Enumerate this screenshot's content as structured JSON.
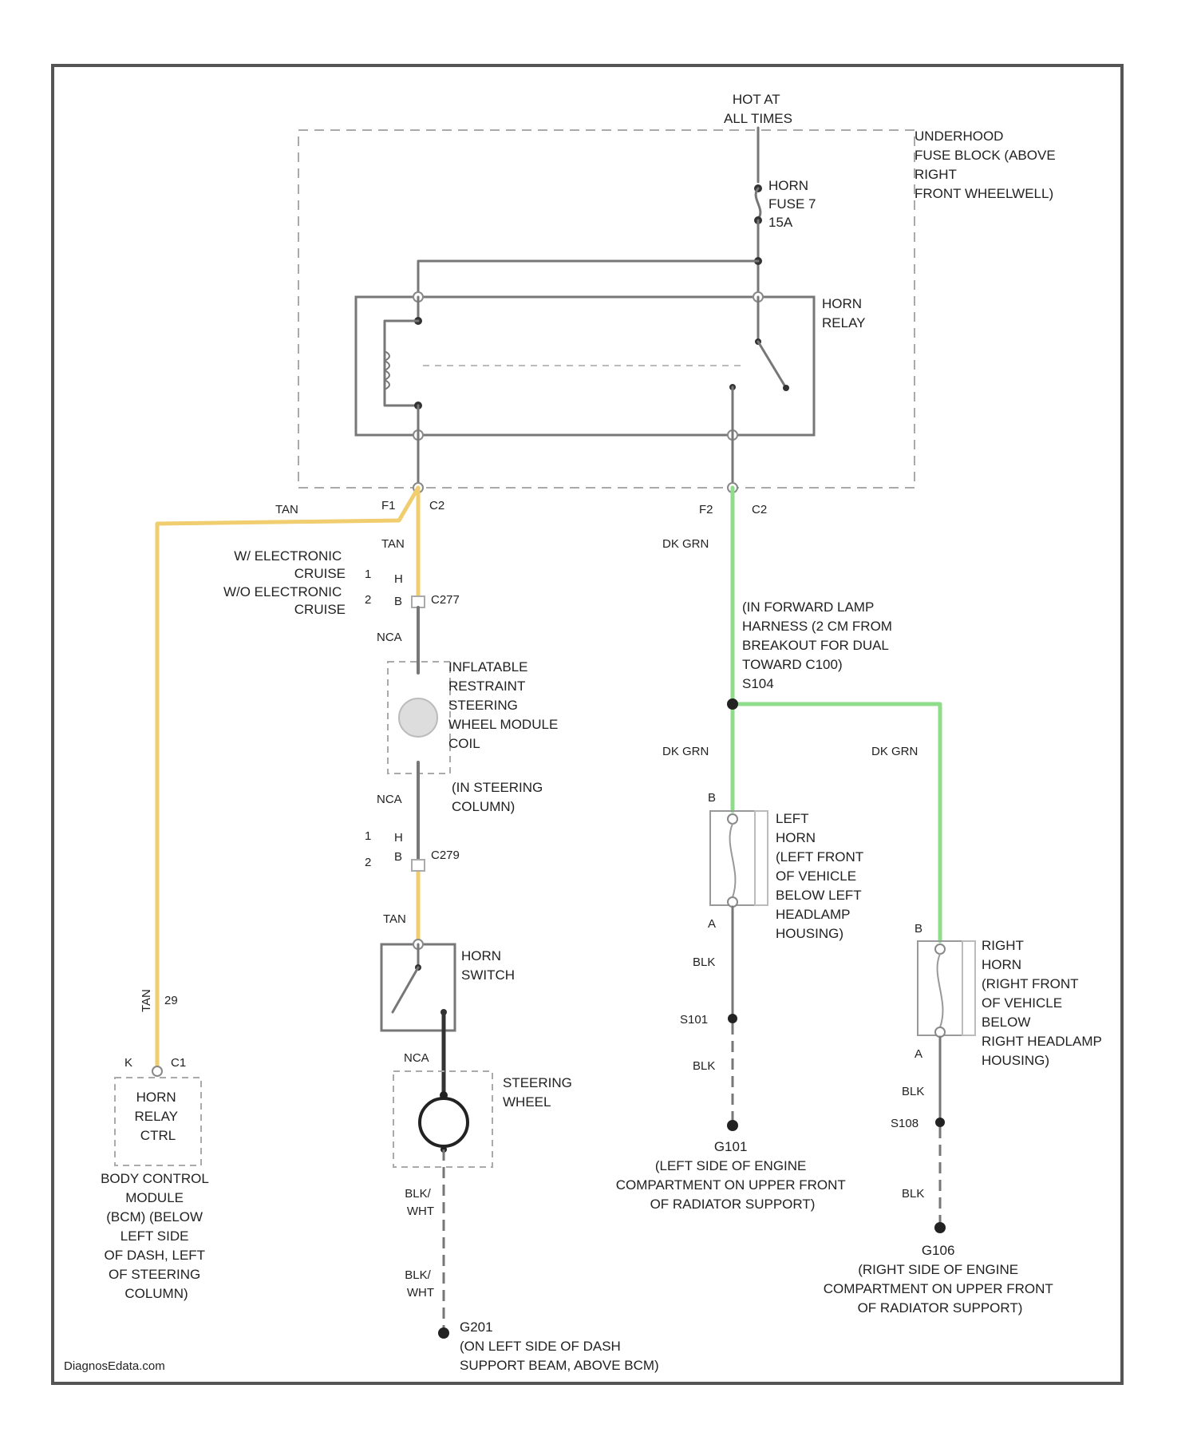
{
  "colors": {
    "tan_wire": "#f0cd6e",
    "green_wire": "#8fdc8a",
    "wire": "#777777",
    "frame": "#555555",
    "dash": "#aaaaaa"
  },
  "labels": {
    "hot_at_all_times": [
      "HOT AT",
      "ALL TIMES"
    ],
    "fuse_block": [
      "UNDERHOOD",
      "FUSE BLOCK (ABOVE",
      "RIGHT",
      "FRONT WHEELWELL)"
    ],
    "horn_fuse": [
      "HORN",
      "FUSE 7",
      "15A"
    ],
    "horn_relay": [
      "HORN",
      "RELAY"
    ],
    "pin_f1": "F1",
    "pin_c2_left": "C2",
    "pin_f2": "F2",
    "pin_c2_right": "C2",
    "wire_tan_1": "TAN",
    "wire_tan_2": "TAN",
    "wire_tan_3": "TAN",
    "wire_tan_4": "TAN",
    "cruise_w": [
      "W/ ELECTRONIC",
      "CRUISE"
    ],
    "cruise_wo": [
      "W/O ELECTRONIC",
      "CRUISE"
    ],
    "num_1a": "1",
    "num_2a": "2",
    "pin_ha": "H",
    "pin_ba": "B",
    "c277": "C277",
    "wire_nca_1": "NCA",
    "wire_nca_2": "NCA",
    "wire_nca_3": "NCA",
    "inflatable": [
      "INFLATABLE",
      "RESTRAINT",
      "STEERING",
      "WHEEL MODULE",
      "COIL"
    ],
    "in_steering": [
      "(IN STEERING",
      "COLUMN)"
    ],
    "num_1b": "1",
    "num_2b": "2",
    "pin_hb": "H",
    "pin_bb": "B",
    "c279": "C279",
    "horn_switch": [
      "HORN",
      "SWITCH"
    ],
    "steering_wheel": [
      "STEERING",
      "WHEEL"
    ],
    "blk_wht_1": [
      "BLK/",
      "WHT"
    ],
    "blk_wht_2": [
      "BLK/",
      "WHT"
    ],
    "g201": [
      "G201",
      "(ON LEFT SIDE OF DASH",
      "SUPPORT BEAM, ABOVE BCM)"
    ],
    "pin_29": "29",
    "pin_k": "K",
    "pin_c1": "C1",
    "bcm_box": [
      "HORN",
      "RELAY",
      "CTRL"
    ],
    "bcm": [
      "BODY CONTROL",
      "MODULE",
      "(BCM) (BELOW",
      "LEFT SIDE",
      "OF DASH, LEFT",
      "OF STEERING",
      "COLUMN)"
    ],
    "dk_grn_1": "DK GRN",
    "dk_grn_2": "DK GRN",
    "dk_grn_3": "DK GRN",
    "forward_lamp": [
      "(IN FORWARD LAMP",
      "HARNESS (2 CM FROM",
      "BREAKOUT FOR DUAL",
      "TOWARD C100)",
      "S104"
    ],
    "pin_b_left": "B",
    "pin_a_left": "A",
    "left_horn": [
      "LEFT",
      "HORN",
      "(LEFT FRONT",
      "OF VEHICLE",
      "BELOW LEFT",
      "HEADLAMP",
      "HOUSING)"
    ],
    "blk_1": "BLK",
    "blk_2": "BLK",
    "s101": "S101",
    "g101": [
      "G101",
      "(LEFT SIDE OF ENGINE",
      "COMPARTMENT ON UPPER FRONT",
      "OF RADIATOR SUPPORT)"
    ],
    "pin_b_right": "B",
    "pin_a_right": "A",
    "right_horn": [
      "RIGHT",
      "HORN",
      "(RIGHT FRONT",
      "OF VEHICLE",
      "BELOW",
      "RIGHT HEADLAMP",
      "HOUSING)"
    ],
    "blk_3": "BLK",
    "blk_4": "BLK",
    "s108": "S108",
    "g106": [
      "G106",
      "(RIGHT SIDE OF ENGINE",
      "COMPARTMENT ON UPPER FRONT",
      "OF RADIATOR SUPPORT)"
    ],
    "watermark": "DiagnosEdata.com"
  }
}
